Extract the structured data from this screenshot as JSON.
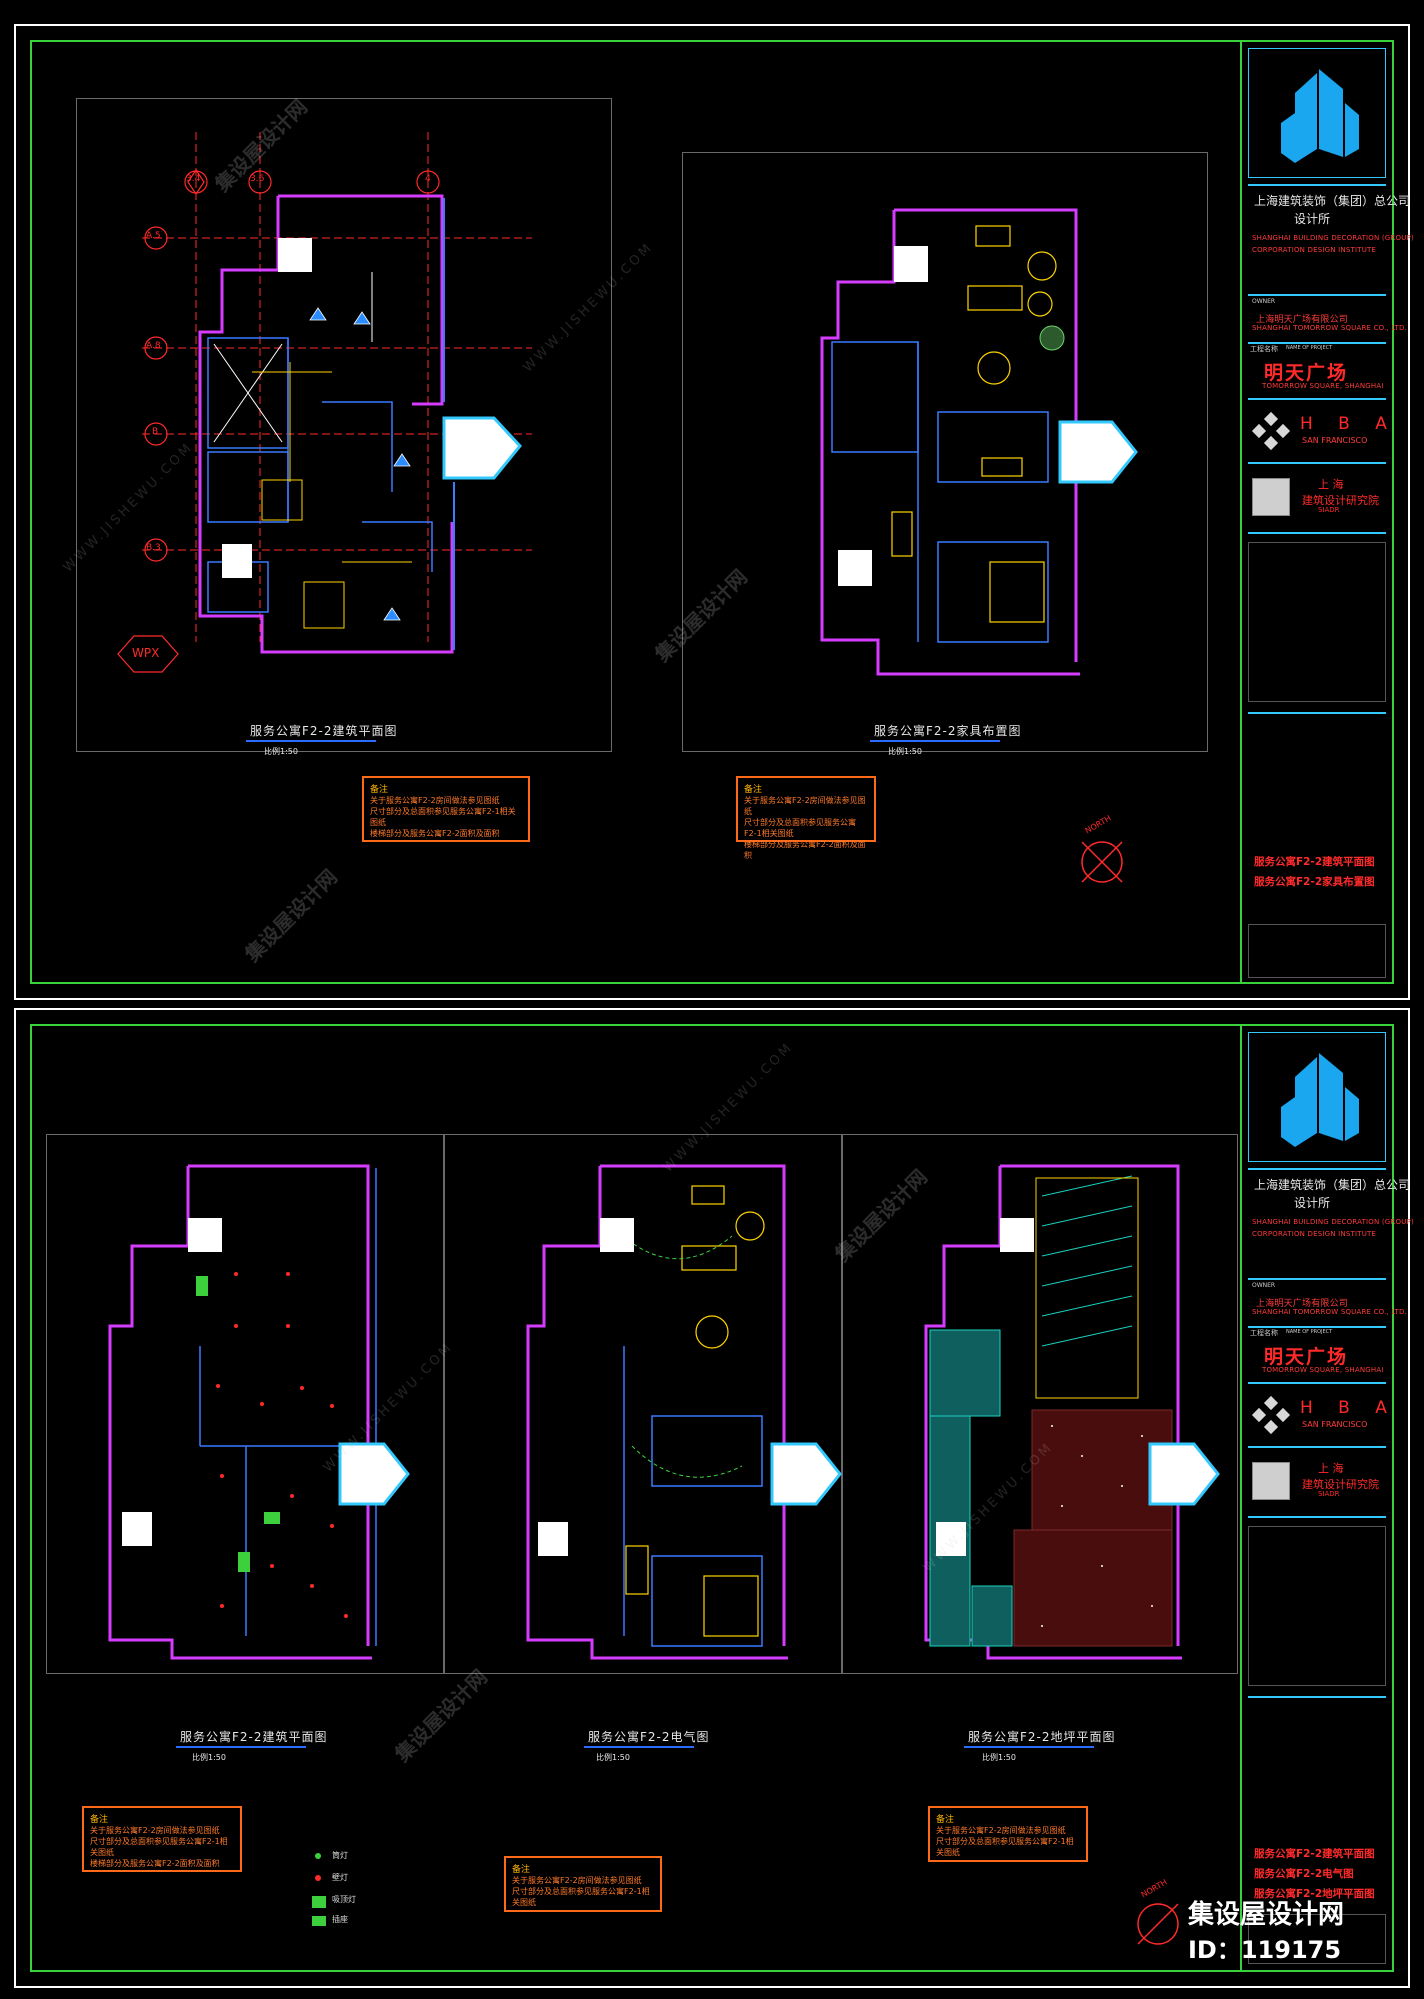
{
  "company": {
    "name_cn": "上海建筑装饰（集团）总公司",
    "dept_cn": "设计所",
    "name_en_1": "SHANGHAI BUILDING DECORATION (GROUP)",
    "name_en_2": "CORPORATION DESIGN INSTITUTE"
  },
  "owner": {
    "label": "OWNER",
    "name_cn": "上海明天广场有限公司",
    "name_en": "SHANGHAI TOMORROW SQUARE CO., LTD."
  },
  "project": {
    "label": "工程名称",
    "label_en": "NAME OF PROJECT",
    "name_cn": "明天广场",
    "name_en": "TOMORROW SQUARE, SHANGHAI"
  },
  "hba": {
    "name": "H B A",
    "city": "SAN FRANCISCO"
  },
  "siadr": {
    "line1": "上 海",
    "line2": "建筑设计研究院",
    "abbr": "SIADR"
  },
  "sheet_top": {
    "titles": [
      "服务公寓F2-2建筑平面图",
      "服务公寓F2-2家具布置图"
    ]
  },
  "sheet_bottom": {
    "titles": [
      "服务公寓F2-2建筑平面图",
      "服务公寓F2-2电气图",
      "服务公寓F2-2地坪平面图"
    ]
  },
  "drawings_top": [
    {
      "title": "服务公寓F2-2建筑平面图",
      "scale": "比例1:50"
    },
    {
      "title": "服务公寓F2-2家具布置图",
      "scale": "比例1:50"
    }
  ],
  "drawings_bottom": [
    {
      "title": "服务公寓F2-2建筑平面图",
      "scale": "比例1:50"
    },
    {
      "title": "服务公寓F2-2电气图",
      "scale": "比例1:50"
    },
    {
      "title": "服务公寓F2-2地坪平面图",
      "scale": "比例1:50"
    }
  ],
  "notes": {
    "label": "备注",
    "lines": [
      "关于服务公寓F2-2房间做法参见图纸",
      "尺寸部分及总面积参见服务公寓F2-1相关图纸",
      "楼梯部分及服务公寓F2-2面积及面积"
    ]
  },
  "grid_labels": {
    "top": [
      "3.4",
      "3.6",
      "4"
    ],
    "left": [
      "A.5",
      "A.8",
      "B",
      "B.3"
    ],
    "wpx": "WPX"
  },
  "legend": {
    "items": [
      "筒灯",
      "壁灯",
      "吸顶灯",
      "插座"
    ]
  },
  "north": "NORTH",
  "brand": {
    "name": "集设屋设计网",
    "id": "ID：119175"
  },
  "watermark": {
    "cn": "集设屋设计网",
    "en": "WWW.JISHEWU.COM"
  }
}
